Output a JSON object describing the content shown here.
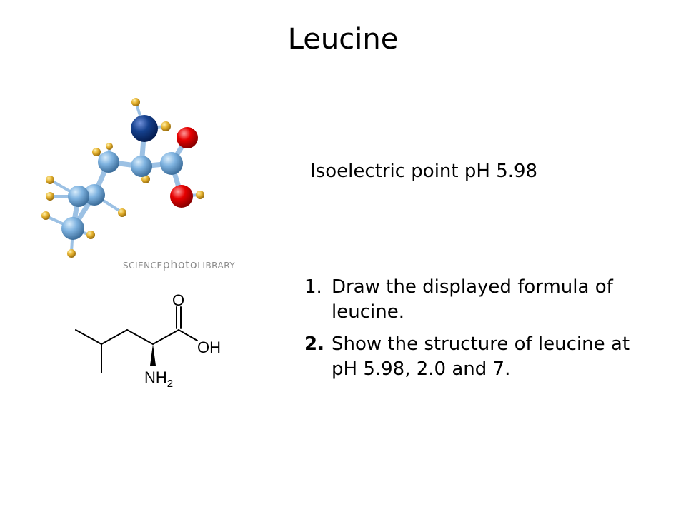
{
  "slide": {
    "title": "Leucine",
    "isoelectric_point": "Isoelectric point  pH 5.98"
  },
  "watermark": {
    "science": "SCIENCE",
    "photo": "photo",
    "library": "LIBRARY"
  },
  "skeletal_formula": {
    "oxygen_label": "O",
    "hydroxyl_label": "OH",
    "amine_label": "NH",
    "amine_subscript": "2"
  },
  "tasks": [
    {
      "number": "1.",
      "text": "Draw the displayed formula of leucine."
    },
    {
      "number": "2.",
      "text": "Show the structure of leucine at pH 5.98, 2.0 and 7."
    }
  ],
  "colors": {
    "carbon": "#6fa8dc",
    "hydrogen": "#f1c232",
    "nitrogen": "#0b3d91",
    "oxygen": "#e00000"
  }
}
